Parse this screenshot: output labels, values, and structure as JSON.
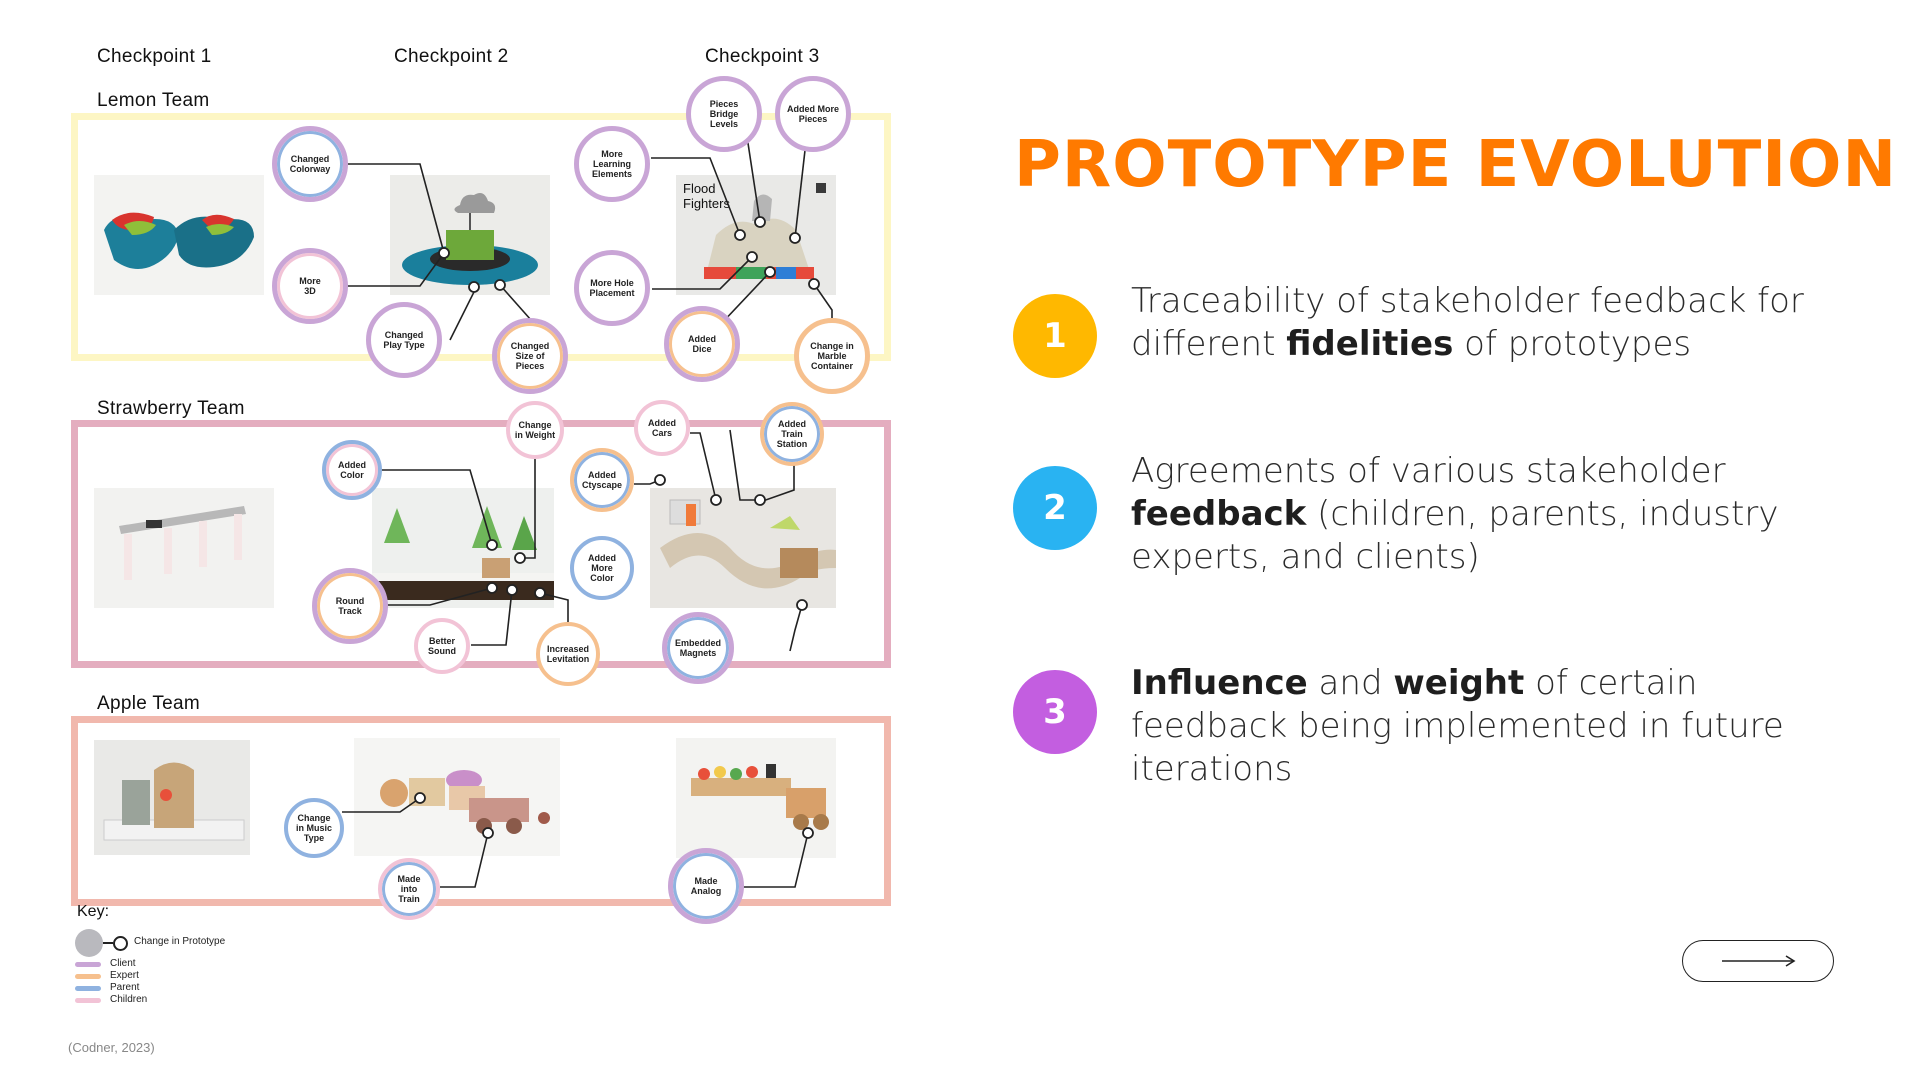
{
  "diagram": {
    "checkpoints": [
      "Checkpoint 1",
      "Checkpoint 2",
      "Checkpoint 3"
    ],
    "teams": [
      {
        "name": "Lemon Team",
        "color": "#fdf6c4"
      },
      {
        "name": "Strawberry Team",
        "color": "#e4adbf"
      },
      {
        "name": "Apple Team",
        "color": "#f1b8ad"
      }
    ],
    "photo_labels": {
      "flood_fighters": "Flood\nFighters"
    },
    "feedback_nodes": [
      {
        "label": "Changed\nColorway",
        "ring": "#c9a5d6",
        "inner": "#8fb2e0"
      },
      {
        "label": "More\n3D",
        "ring": "#c9a5d6",
        "inner": "#f2c3d6"
      },
      {
        "label": "Changed\nPlay Type",
        "ring": "#c9a5d6",
        "inner": "#ffffff"
      },
      {
        "label": "Changed\nSize of\nPieces",
        "ring": "#c9a5d6",
        "inner": "#f6c08e"
      },
      {
        "label": "More\nLearning\nElements",
        "ring": "#c9a5d6",
        "inner": "#ffffff"
      },
      {
        "label": "Pieces\nBridge\nLevels",
        "ring": "#c9a5d6",
        "inner": "#ffffff"
      },
      {
        "label": "Added More\nPieces",
        "ring": "#c9a5d6",
        "inner": "#ffffff"
      },
      {
        "label": "More Hole\nPlacement",
        "ring": "#c9a5d6",
        "inner": "#ffffff"
      },
      {
        "label": "Added\nDice",
        "ring": "#c9a5d6",
        "inner": "#f6c08e"
      },
      {
        "label": "Change in\nMarble\nContainer",
        "ring": "#f6c08e",
        "inner": "#ffffff"
      },
      {
        "label": "Change\nin Weight",
        "ring": "#f2c3d6",
        "inner": "#ffffff"
      },
      {
        "label": "Added\nColor",
        "ring": "#8fb2e0",
        "inner": "#f2c3d6"
      },
      {
        "label": "Round\nTrack",
        "ring": "#c9a5d6",
        "inner": "#f6c08e"
      },
      {
        "label": "Better\nSound",
        "ring": "#f2c3d6",
        "inner": "#ffffff"
      },
      {
        "label": "Increased\nLevitation",
        "ring": "#f6c08e",
        "inner": "#ffffff"
      },
      {
        "label": "Added\nCars",
        "ring": "#f2c3d6",
        "inner": "#ffffff"
      },
      {
        "label": "Added\nCtyscape",
        "ring": "#f6c08e",
        "inner": "#8fb2e0"
      },
      {
        "label": "Added\nMore\nColor",
        "ring": "#8fb2e0",
        "inner": "#ffffff"
      },
      {
        "label": "Added\nTrain\nStation",
        "ring": "#f6c08e",
        "inner": "#8fb2e0"
      },
      {
        "label": "Embedded\nMagnets",
        "ring": "#c9a5d6",
        "inner": "#8fb2e0"
      },
      {
        "label": "Change\nin Music\nType",
        "ring": "#8fb2e0",
        "inner": "#ffffff"
      },
      {
        "label": "Made\ninto\nTrain",
        "ring": "#f2c3d6",
        "inner": "#8fb2e0"
      },
      {
        "label": "Made\nAnalog",
        "ring": "#c9a5d6",
        "inner": "#8fb2e0"
      }
    ],
    "key": {
      "title": "Key:",
      "change_label": "Change in Prototype",
      "items": [
        {
          "label": "Client",
          "color": "#c9a5d6"
        },
        {
          "label": "Expert",
          "color": "#f6c08e"
        },
        {
          "label": "Parent",
          "color": "#8fb2e0"
        },
        {
          "label": "Children",
          "color": "#f2c3d6"
        }
      ]
    },
    "citation": "(Codner, 2023)"
  },
  "title": "PROTOTYPE EVOLUTION",
  "points": [
    {
      "number": "1",
      "color": "#ffb800",
      "parts": [
        "Traceability of stakeholder feedback for different ",
        "fidelities",
        " of prototypes"
      ]
    },
    {
      "number": "2",
      "color": "#29b3f2",
      "parts": [
        "Agreements of various stakeholder ",
        "feedback",
        " (children, parents, industry experts, and clients)"
      ]
    },
    {
      "number": "3",
      "color": "#c35ee0",
      "parts": [
        "",
        "Influence",
        " and ",
        "weight",
        " of certain feedback being implemented in future iterations"
      ]
    }
  ],
  "next_arrow": "⟶"
}
